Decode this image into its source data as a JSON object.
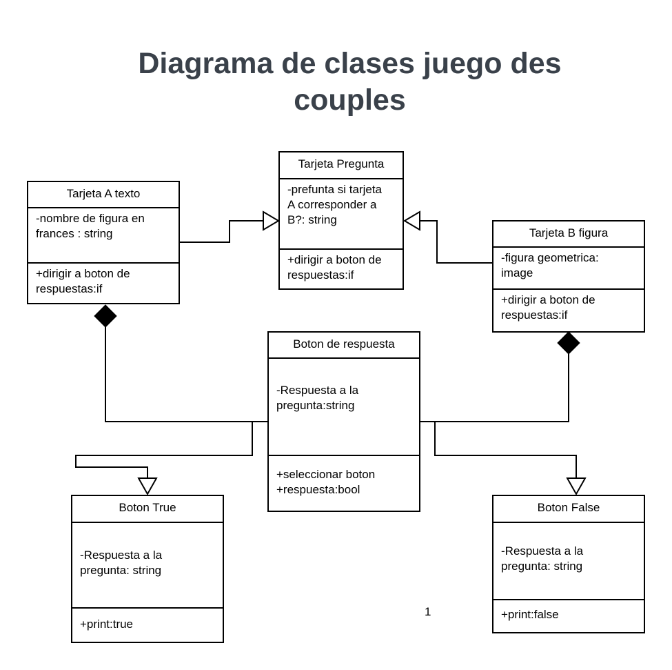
{
  "title": {
    "line1": "Diagrama de clases juego des",
    "line2": "couples"
  },
  "classes": {
    "tarjeta_a": {
      "name": "Tarjeta A texto",
      "attributes": "-nombre de figura en\nfrances : string",
      "operations": "+dirigir a boton de\nrespuestas:if"
    },
    "tarjeta_pregunta": {
      "name": "Tarjeta  Pregunta",
      "attributes": "-prefunta si tarjeta\nA corresponder a\nB?: string",
      "operations": "+dirigir a boton de\nrespuestas:if"
    },
    "tarjeta_b": {
      "name": "Tarjeta B figura",
      "attributes": "-figura geometrica:\nimage",
      "operations": "+dirigir a boton de\nrespuestas:if"
    },
    "boton_respuesta": {
      "name": "Boton de respuesta",
      "attributes": "-Respuesta a la\npregunta:string",
      "operations": "+seleccionar boton\n+respuesta:bool"
    },
    "boton_true": {
      "name": "Boton True",
      "attributes": "-Respuesta a la\npregunta: string",
      "operations": "+print:true"
    },
    "boton_false": {
      "name": "Boton False",
      "attributes": "-Respuesta a la\npregunta: string",
      "operations": "+print:false"
    }
  },
  "relations": [
    {
      "type": "generalization",
      "from": "Tarjeta A texto",
      "to": "Tarjeta  Pregunta"
    },
    {
      "type": "generalization",
      "from": "Tarjeta B figura",
      "to": "Tarjeta  Pregunta"
    },
    {
      "type": "composition",
      "whole": "Tarjeta A texto",
      "part": "Boton de respuesta"
    },
    {
      "type": "composition",
      "whole": "Tarjeta B figura",
      "part": "Boton de respuesta"
    },
    {
      "type": "generalization",
      "from": "Boton de respuesta",
      "to": "Boton True"
    },
    {
      "type": "generalization",
      "from": "Boton de respuesta",
      "to": "Boton False"
    }
  ],
  "page_number": "1",
  "colors": {
    "title": "#3a414a",
    "line": "#000000",
    "background": "#ffffff"
  }
}
